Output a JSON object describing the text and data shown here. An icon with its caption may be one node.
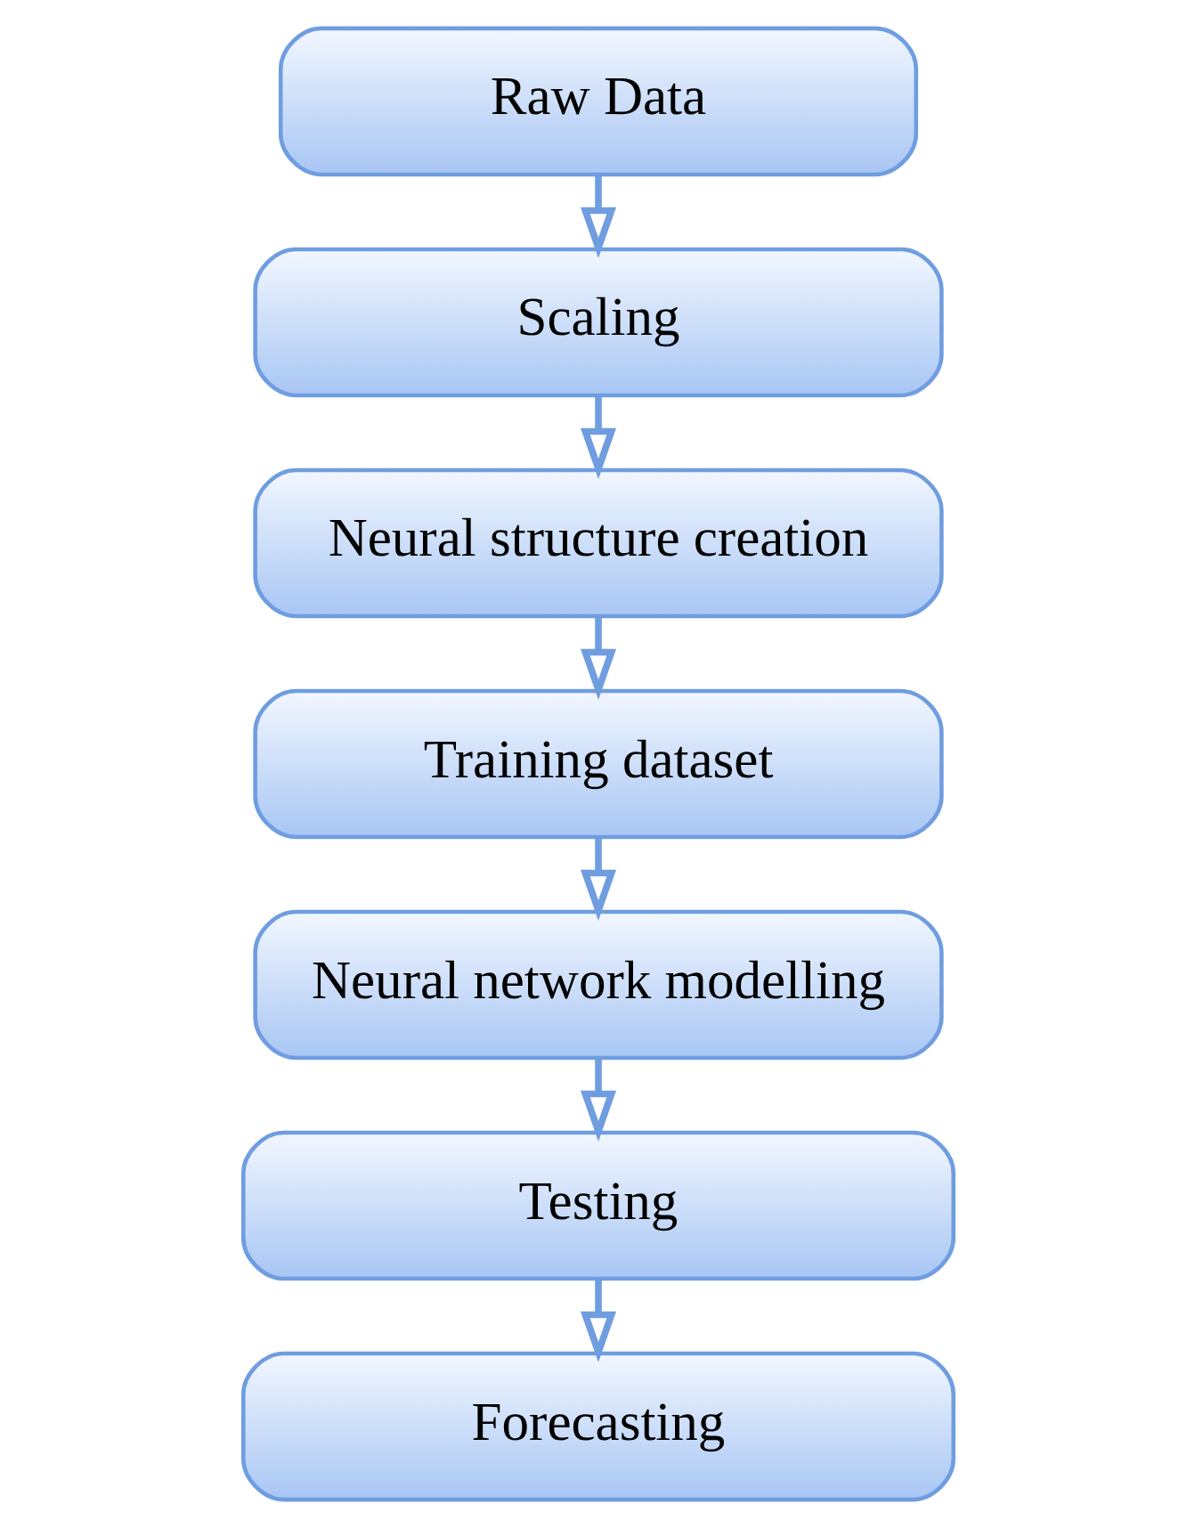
{
  "diagram": {
    "nodes": [
      {
        "text": [
          "Raw Data"
        ]
      },
      {
        "text": [
          "Scaling"
        ]
      },
      {
        "text": [
          "Neural structure creation"
        ]
      },
      {
        "text": [
          "Training dataset"
        ]
      },
      {
        "text": [
          "Neural network modelling"
        ]
      },
      {
        "text": [
          "Testing"
        ]
      },
      {
        "text": [
          "Forecasting"
        ]
      }
    ],
    "edges": [
      {
        "from": 0,
        "to": 1,
        "arrow": "to"
      },
      {
        "from": 1,
        "to": 2,
        "arrow": "to"
      },
      {
        "from": 2,
        "to": 3,
        "arrow": "to"
      },
      {
        "from": 3,
        "to": 4,
        "arrow": "to"
      },
      {
        "from": 4,
        "to": 5,
        "arrow": "to"
      },
      {
        "from": 5,
        "to": 6,
        "arrow": "to"
      }
    ]
  }
}
